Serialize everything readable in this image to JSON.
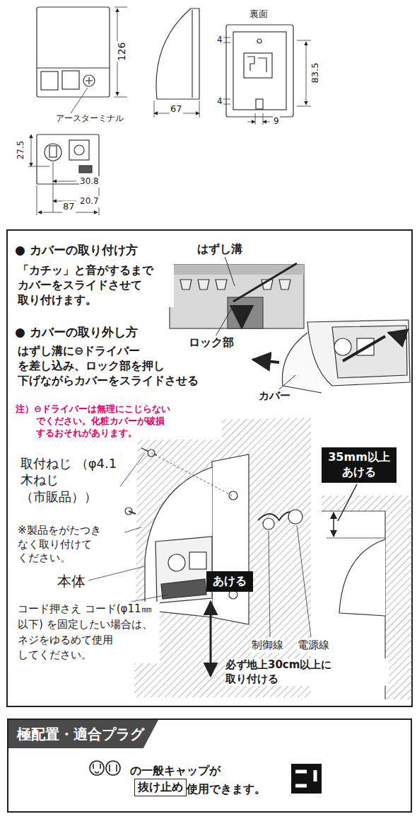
{
  "diagram": {
    "nodes": [
      {
        "text": [
          "35mm以上 あける"
        ]
      },
      {
        "text": [
          "あける"
        ]
      },
      {
        "text": [
          "の一般キャップが",
          "使用できます。"
        ]
      },
      {
        "text": [
          "極配置・適合プラグ"
        ],
        "in": 2
      },
      {
        "text": [
          "抜け止め"
        ],
        "in": 2
      }
    ],
    "labels": [
      "126",
      "67",
      "裏面",
      "4",
      "83.5",
      "4",
      "9",
      "アースターミナル",
      "27.5",
      "30.8",
      "20.7",
      "87",
      "● カバーの取り付け方",
      "「カチッ」と音がするまで カバーをスライドさせて 取り付けます。",
      "はずし溝",
      "● カバーの取り外し方",
      "はずし溝に⊖ドライバー を差し込み、ロック部を押し 下げながらカバーをスライドさせる",
      "ロック部",
      "カバー",
      "注）⊖ドライバーは無理にこじらない でください。化粧カバーが破損 するおそれがあります。",
      "取付ねじ （φ4.1 木ねじ （市販品））",
      "※製品をがたつき なく取り付けて ください。",
      "本体",
      "コード押さえ コード(φ11㎜以下) を固定したい場合は、 ネジをゆるめて使用 してください。",
      "制御線",
      "電源線",
      "必ず地上30cm以上に 取り付ける"
    ]
  }
}
